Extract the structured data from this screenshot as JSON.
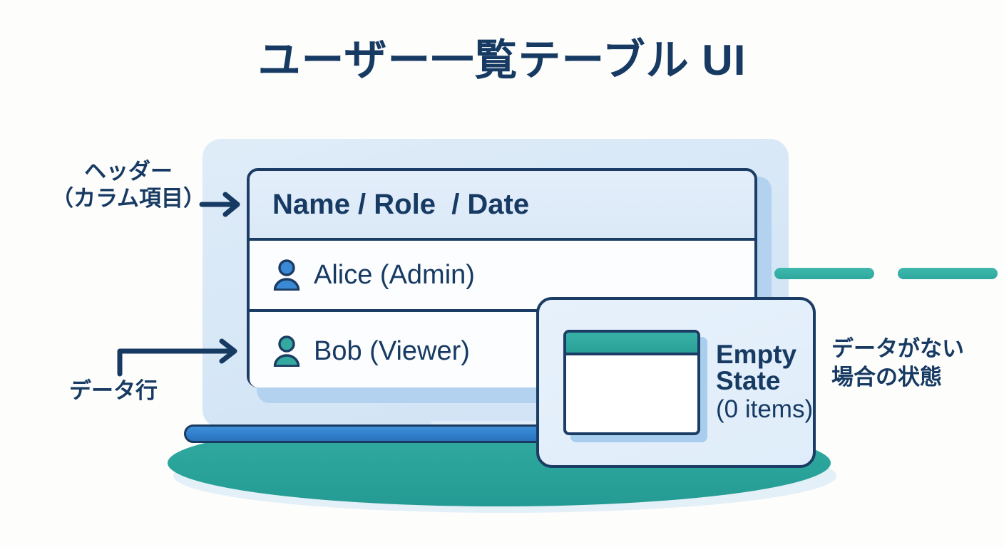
{
  "page": {
    "title": "ユーザー一覧テーブル UI",
    "background_color": "#fdfdfc",
    "ink_color": "#173a63",
    "accent_blue": "#3f8fd8",
    "accent_teal": "#2aa49b"
  },
  "table": {
    "header": {
      "label": "Name / Role  / Date"
    },
    "rows": [
      {
        "avatar_icon": "user-avatar-icon",
        "avatar_color": "#3a89d4",
        "name": "Alice (Admin)",
        "bars": 2,
        "bar_color": "#2ea89e"
      },
      {
        "avatar_icon": "user-avatar-icon",
        "avatar_color": "#35a9a0",
        "name": "Bob (Viewer)",
        "bars": 0,
        "bar_color": "#2ea89e"
      }
    ]
  },
  "callout": {
    "icon": "empty-table-icon",
    "title": "Empty",
    "title2": "State",
    "subtitle": "(0 items)",
    "header_bar_color": "#2aa197"
  },
  "annotations": {
    "header_label_line1": "ヘッダー",
    "header_label_line2": "（カラム項目）",
    "rows_label": "データ行",
    "empty_label_line1": "データがない",
    "empty_label_line2": "場合の状態"
  },
  "device": {
    "base_color": "#2f7ecb",
    "desk_color": "#2aa49b",
    "bezel_color": "#d9e9f7"
  }
}
